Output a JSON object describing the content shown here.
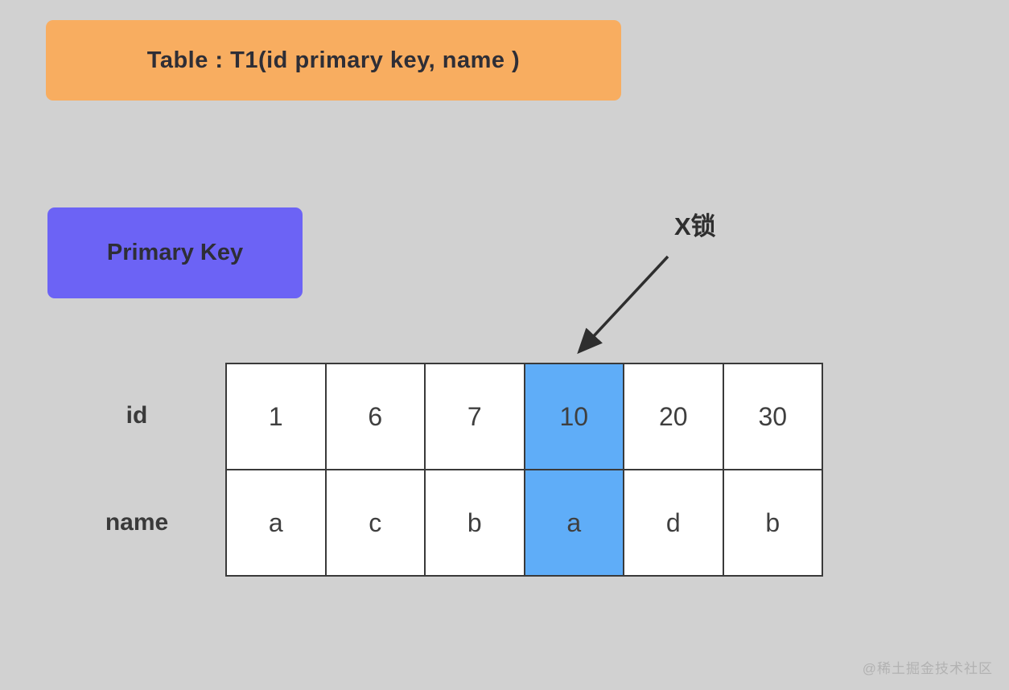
{
  "canvas": {
    "background": "#d1d1d1"
  },
  "banners": {
    "table_def": {
      "label": "Table : T1(id  primary  key, name )",
      "bg": "#f8ad60"
    },
    "primary_key": {
      "label": "Primary  Key",
      "bg": "#6c63f5"
    }
  },
  "annotation": {
    "lock_label": "X锁",
    "arrow_color": "#2e2e2e"
  },
  "table": {
    "highlight_color": "#5fadf8",
    "highlight_col": 3,
    "rows": [
      {
        "label": "id",
        "cells": [
          "1",
          "6",
          "7",
          "10",
          "20",
          "30"
        ]
      },
      {
        "label": "name",
        "cells": [
          "a",
          "c",
          "b",
          "a",
          "d",
          "b"
        ]
      }
    ]
  },
  "watermark": "@稀土掘金技术社区"
}
